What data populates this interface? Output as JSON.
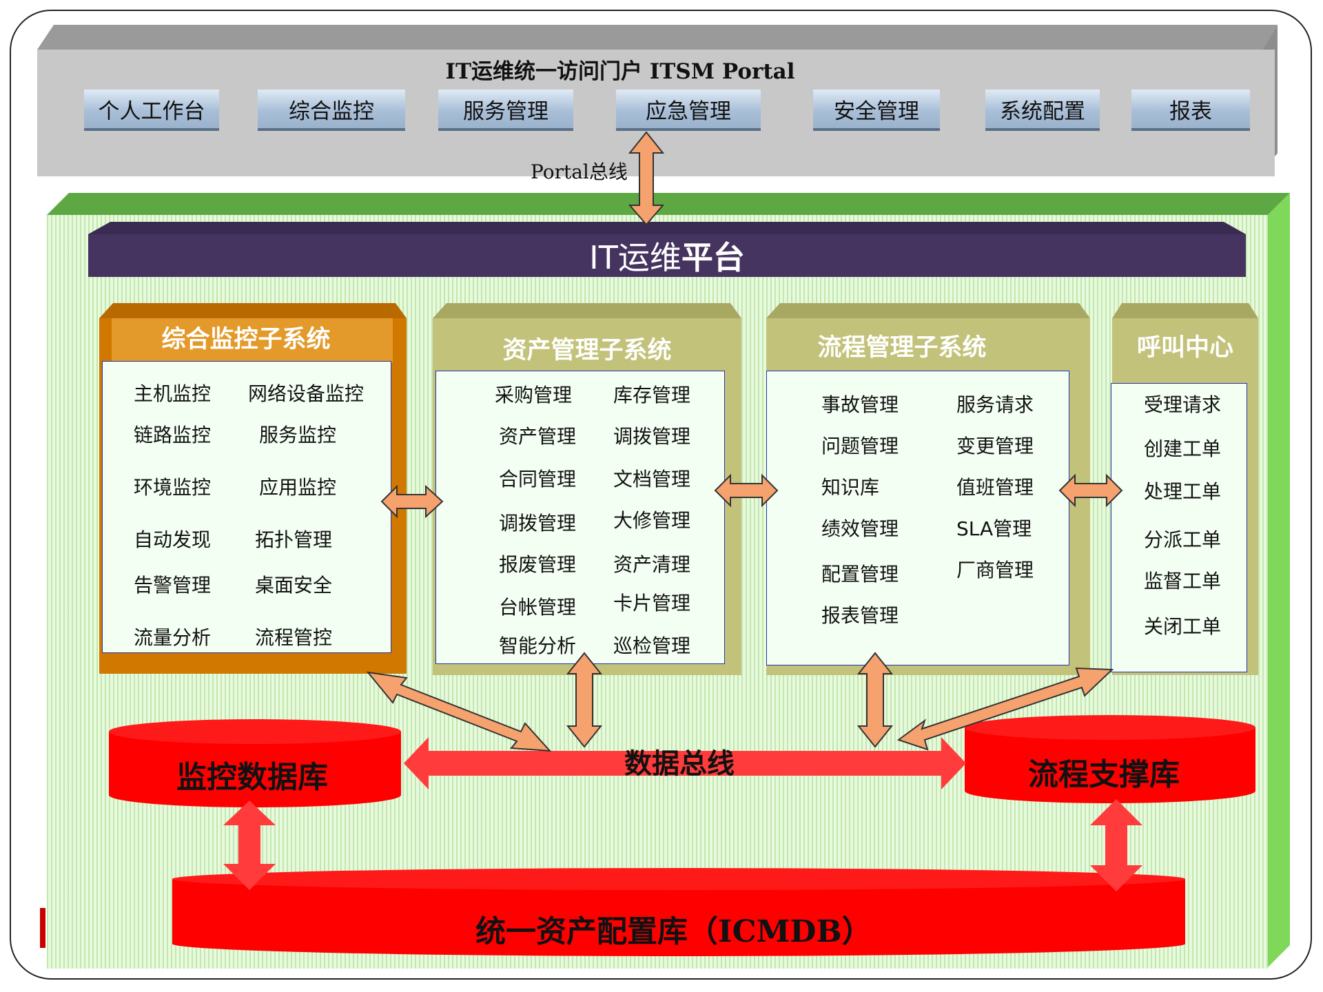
{
  "portal": {
    "title": "IT运维统一访问门户  ITSM Portal",
    "buttons": [
      "个人工作台",
      "综合监控",
      "服务管理",
      "应急管理",
      "安全管理",
      "系统配置",
      "报表"
    ]
  },
  "portal_bus_label": "Portal总线",
  "platform": {
    "title_prefix": "IT运维",
    "title_bold": "平台"
  },
  "monitoring": {
    "title": "综合监控子系统",
    "items": [
      "主机监控",
      "网络设备监控",
      "链路监控",
      "服务监控",
      "环境监控",
      "应用监控",
      "自动发现",
      "拓扑管理",
      "告警管理",
      "桌面安全",
      "流量分析",
      "流程管控"
    ]
  },
  "asset": {
    "title": "资产管理子系统",
    "items": [
      "采购管理",
      "库存管理",
      "资产管理",
      "调拨管理",
      "合同管理",
      "文档管理",
      "调拨管理",
      "大修管理",
      "报废管理",
      "资产清理",
      "台帐管理",
      "卡片管理",
      "智能分析",
      "巡检管理"
    ]
  },
  "process": {
    "title": "流程管理子系统",
    "items": [
      "事故管理",
      "服务请求",
      "问题管理",
      "变更管理",
      "知识库",
      "值班管理",
      "绩效管理",
      "SLA管理",
      "配置管理",
      "厂商管理",
      "报表管理"
    ]
  },
  "callcenter": {
    "title": "呼叫中心",
    "items": [
      "受理请求",
      "创建工单",
      "处理工单",
      "分派工单",
      "监督工单",
      "关闭工单"
    ]
  },
  "databases": {
    "monitor_db": "监控数据库",
    "process_db": "流程支撑库",
    "data_bus": "数据总线",
    "cmdb": "统一资产配置库（ICMDB）"
  },
  "colors": {
    "arrow_orange": "#f5a26e",
    "db_red": "#ff0000",
    "platform_purple": "#453360",
    "monitor_brown": "#d07800",
    "olive": "#c3c27a",
    "green_bg": "#e8f9dd"
  }
}
